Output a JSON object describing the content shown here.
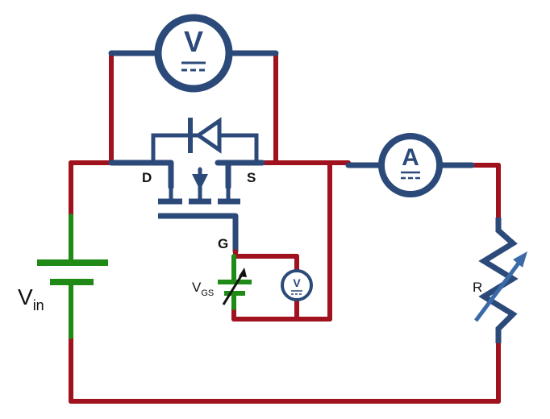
{
  "labels": {
    "drain": "D",
    "source": "S",
    "gate": "G",
    "vin_main": "V",
    "vin_sub": "in",
    "vgs_main": "V",
    "vgs_sub": "GS",
    "resistor": "R"
  },
  "meters": {
    "top_voltmeter": "V",
    "ammeter": "A",
    "gate_voltmeter": "V"
  },
  "colors": {
    "wire_red": "#a0121e",
    "wire_blue": "#2b4a7a",
    "wire_green": "#1f8a16"
  }
}
